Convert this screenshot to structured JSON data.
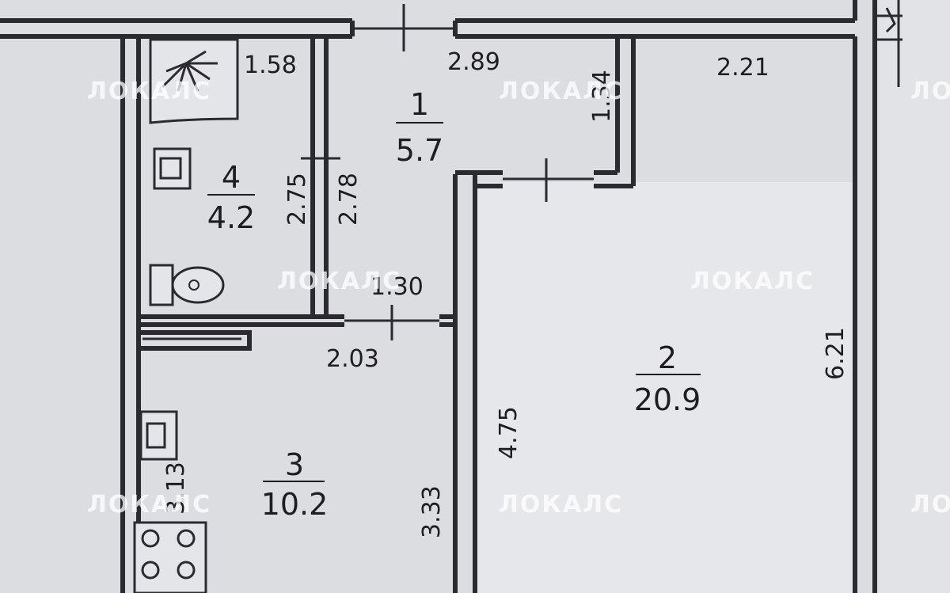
{
  "watermark": "ЛОКАЛС",
  "rooms": [
    {
      "number": "1",
      "area": "5.7"
    },
    {
      "number": "2",
      "area": "20.9"
    },
    {
      "number": "3",
      "area": "10.2"
    },
    {
      "number": "4",
      "area": "4.2"
    }
  ],
  "dimensions": {
    "bath_shower": "1.58",
    "hall_top": "2.89",
    "living_top": "2.21",
    "hall_side": "1.34",
    "bath_height": "2.75",
    "hall_height": "2.78",
    "hall_bottom": "1.30",
    "kitchen_top": "2.03",
    "living_left": "4.75",
    "living_right": "6.21",
    "kitchen_left": "3.13",
    "kitchen_right": "3.33"
  }
}
